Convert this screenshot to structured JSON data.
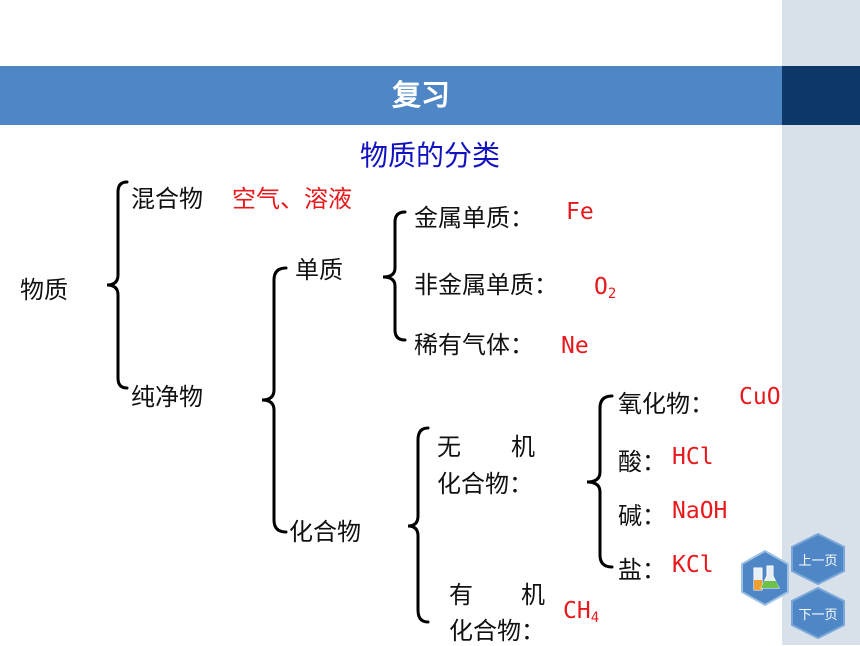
{
  "header": {
    "title": "复习"
  },
  "diagram": {
    "title": "物质的分类",
    "root": "物质",
    "mixture": {
      "label": "混合物",
      "examples": "空气、溶液"
    },
    "pure": "纯净物",
    "element": "单质",
    "metal": {
      "label": "金属单质：",
      "example": "Fe"
    },
    "nonmetal": {
      "label": "非金属单质：",
      "example_main": "O",
      "example_sub": "2"
    },
    "noble_gas": {
      "label": "稀有气体：",
      "example": "Ne"
    },
    "compound": "化合物",
    "inorganic": {
      "line1_a": "无",
      "line1_b": "机",
      "line2": "化合物："
    },
    "oxide": {
      "label": "氧化物：",
      "example": "CuO"
    },
    "acid": {
      "label": "酸：",
      "example": "HCl"
    },
    "base": {
      "label": "碱：",
      "example": "NaOH"
    },
    "salt": {
      "label": "盐：",
      "example": "KCl"
    },
    "organic": {
      "line1_a": "有",
      "line1_b": "机",
      "line2": "化合物：",
      "example_main": "CH",
      "example_sub": "4"
    }
  },
  "nav": {
    "prev": "上一页",
    "next": "下一页"
  },
  "colors": {
    "banner": "#4f86c6",
    "banner_dark": "#0d3766",
    "sidebar": "#d8e0e9",
    "title_blue": "#1212c0",
    "example_red": "#e8191d"
  }
}
